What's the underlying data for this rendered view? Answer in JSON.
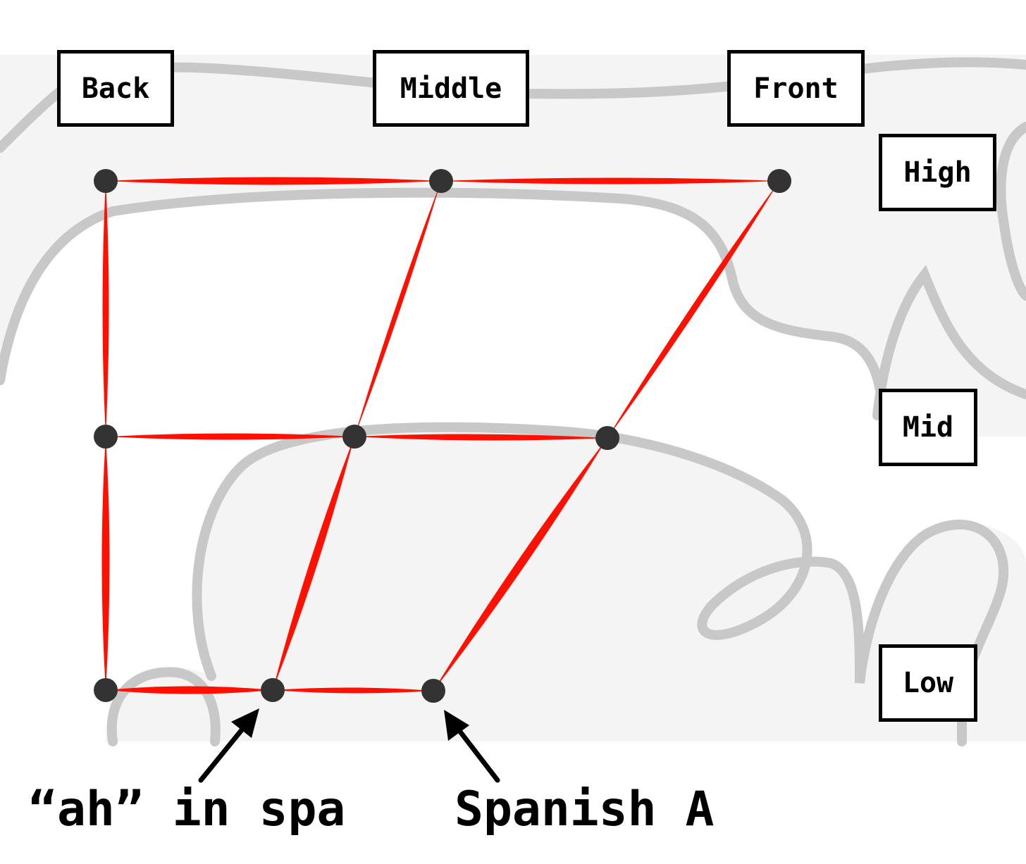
{
  "columns": {
    "back": "Back",
    "middle": "Middle",
    "front": "Front"
  },
  "rows": {
    "high": "High",
    "mid": "Mid",
    "low": "Low"
  },
  "annotations": {
    "left": "“ah” in spa",
    "right": "Spanish A"
  },
  "colors": {
    "line": "#ff1000",
    "dot": "#333333",
    "mouth_outline": "#c8c8c8",
    "mouth_fill": "#f4f4f4",
    "text": "#000000"
  }
}
